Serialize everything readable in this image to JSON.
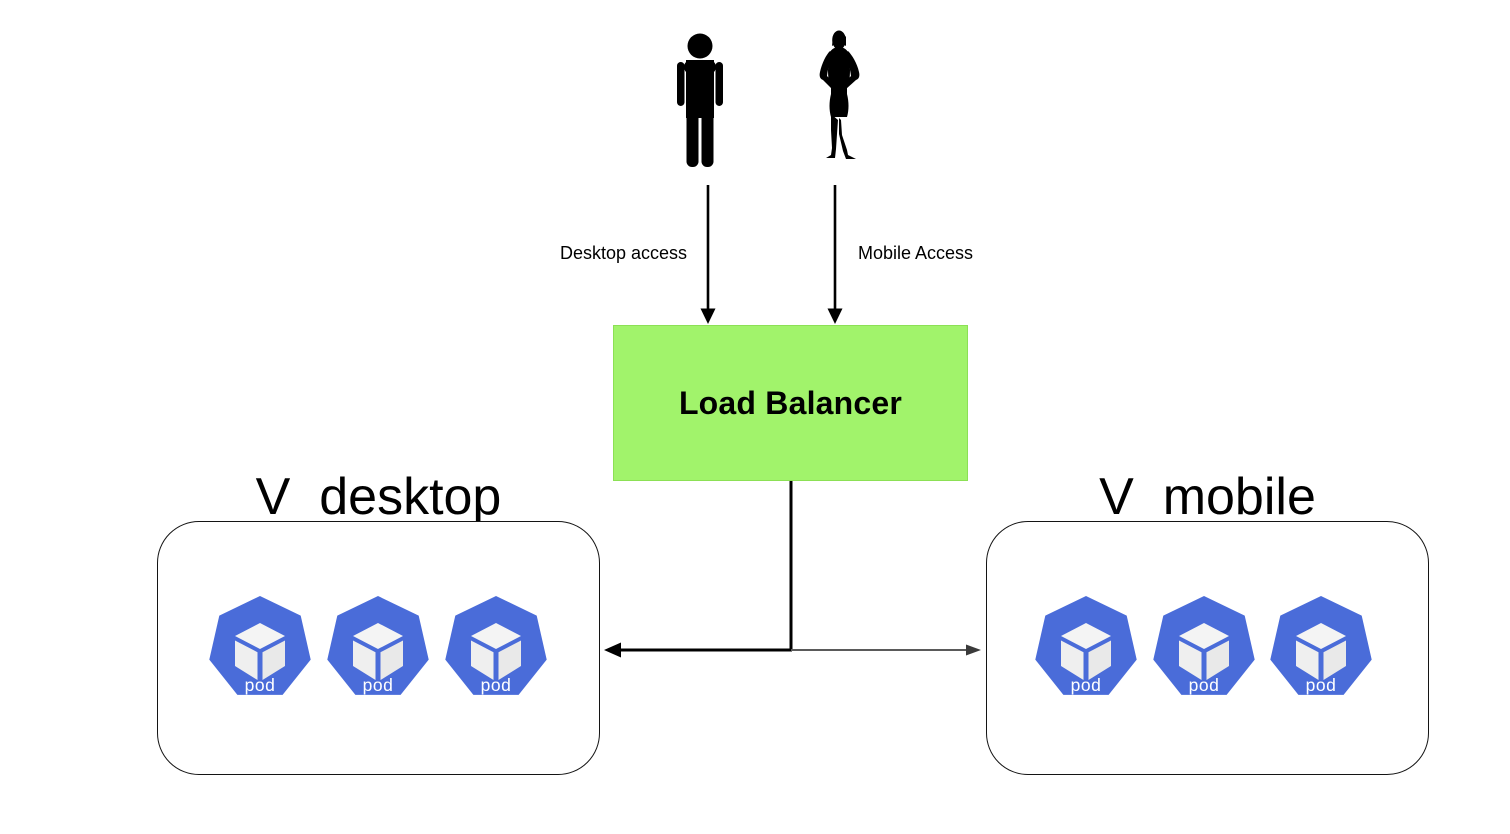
{
  "users": [
    {
      "icon": "man-icon",
      "access_label": "Desktop access"
    },
    {
      "icon": "woman-icon",
      "access_label": "Mobile Access"
    }
  ],
  "load_balancer": {
    "label": "Load Balancer",
    "fill_color": "#A1F36B"
  },
  "clusters": [
    {
      "title": "V_desktop",
      "pods": [
        {
          "label": "pod",
          "icon": "kubernetes-pod-icon"
        },
        {
          "label": "pod",
          "icon": "kubernetes-pod-icon"
        },
        {
          "label": "pod",
          "icon": "kubernetes-pod-icon"
        }
      ]
    },
    {
      "title": "V_mobile",
      "pods": [
        {
          "label": "pod",
          "icon": "kubernetes-pod-icon"
        },
        {
          "label": "pod",
          "icon": "kubernetes-pod-icon"
        },
        {
          "label": "pod",
          "icon": "kubernetes-pod-icon"
        }
      ]
    }
  ],
  "colors": {
    "pod_blue": "#4A6CD9",
    "cube_face": "#F1F1F1",
    "connector_black": "#000000",
    "connector_gray": "#5A5A5A"
  }
}
